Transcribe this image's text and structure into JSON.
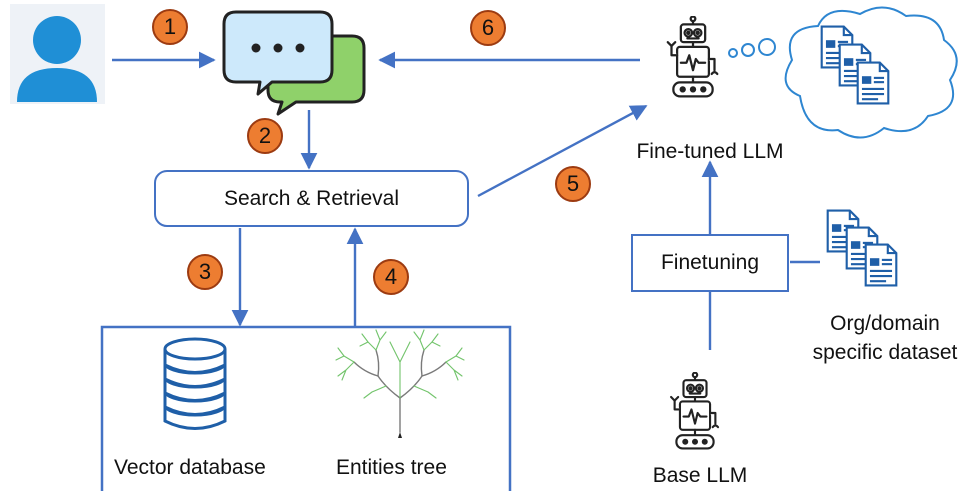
{
  "nodes": {
    "search": "Search & Retrieval",
    "finetuning": "Finetuning",
    "vector_db": "Vector database",
    "entities_tree": "Entities tree",
    "finetuned_llm": "Fine-tuned LLM",
    "base_llm": "Base LLM",
    "dataset_line1": "Org/domain",
    "dataset_line2": "specific dataset"
  },
  "steps": [
    "1",
    "2",
    "3",
    "4",
    "5",
    "6"
  ],
  "icons": {
    "user": "user-avatar-icon",
    "chat": "chat-bubbles-icon",
    "robot": "robot-icon",
    "documents": "documents-icon",
    "thought_cloud": "thought-cloud-icon",
    "database": "database-icon",
    "tree": "tree-icon"
  },
  "colors": {
    "arrow": "#4472c4",
    "badge_fill": "#ed7d31",
    "badge_border": "#9c3b11",
    "user": "#1f8fd6",
    "chat_back": "#8fd16a",
    "chat_front": "#cde9fb"
  }
}
